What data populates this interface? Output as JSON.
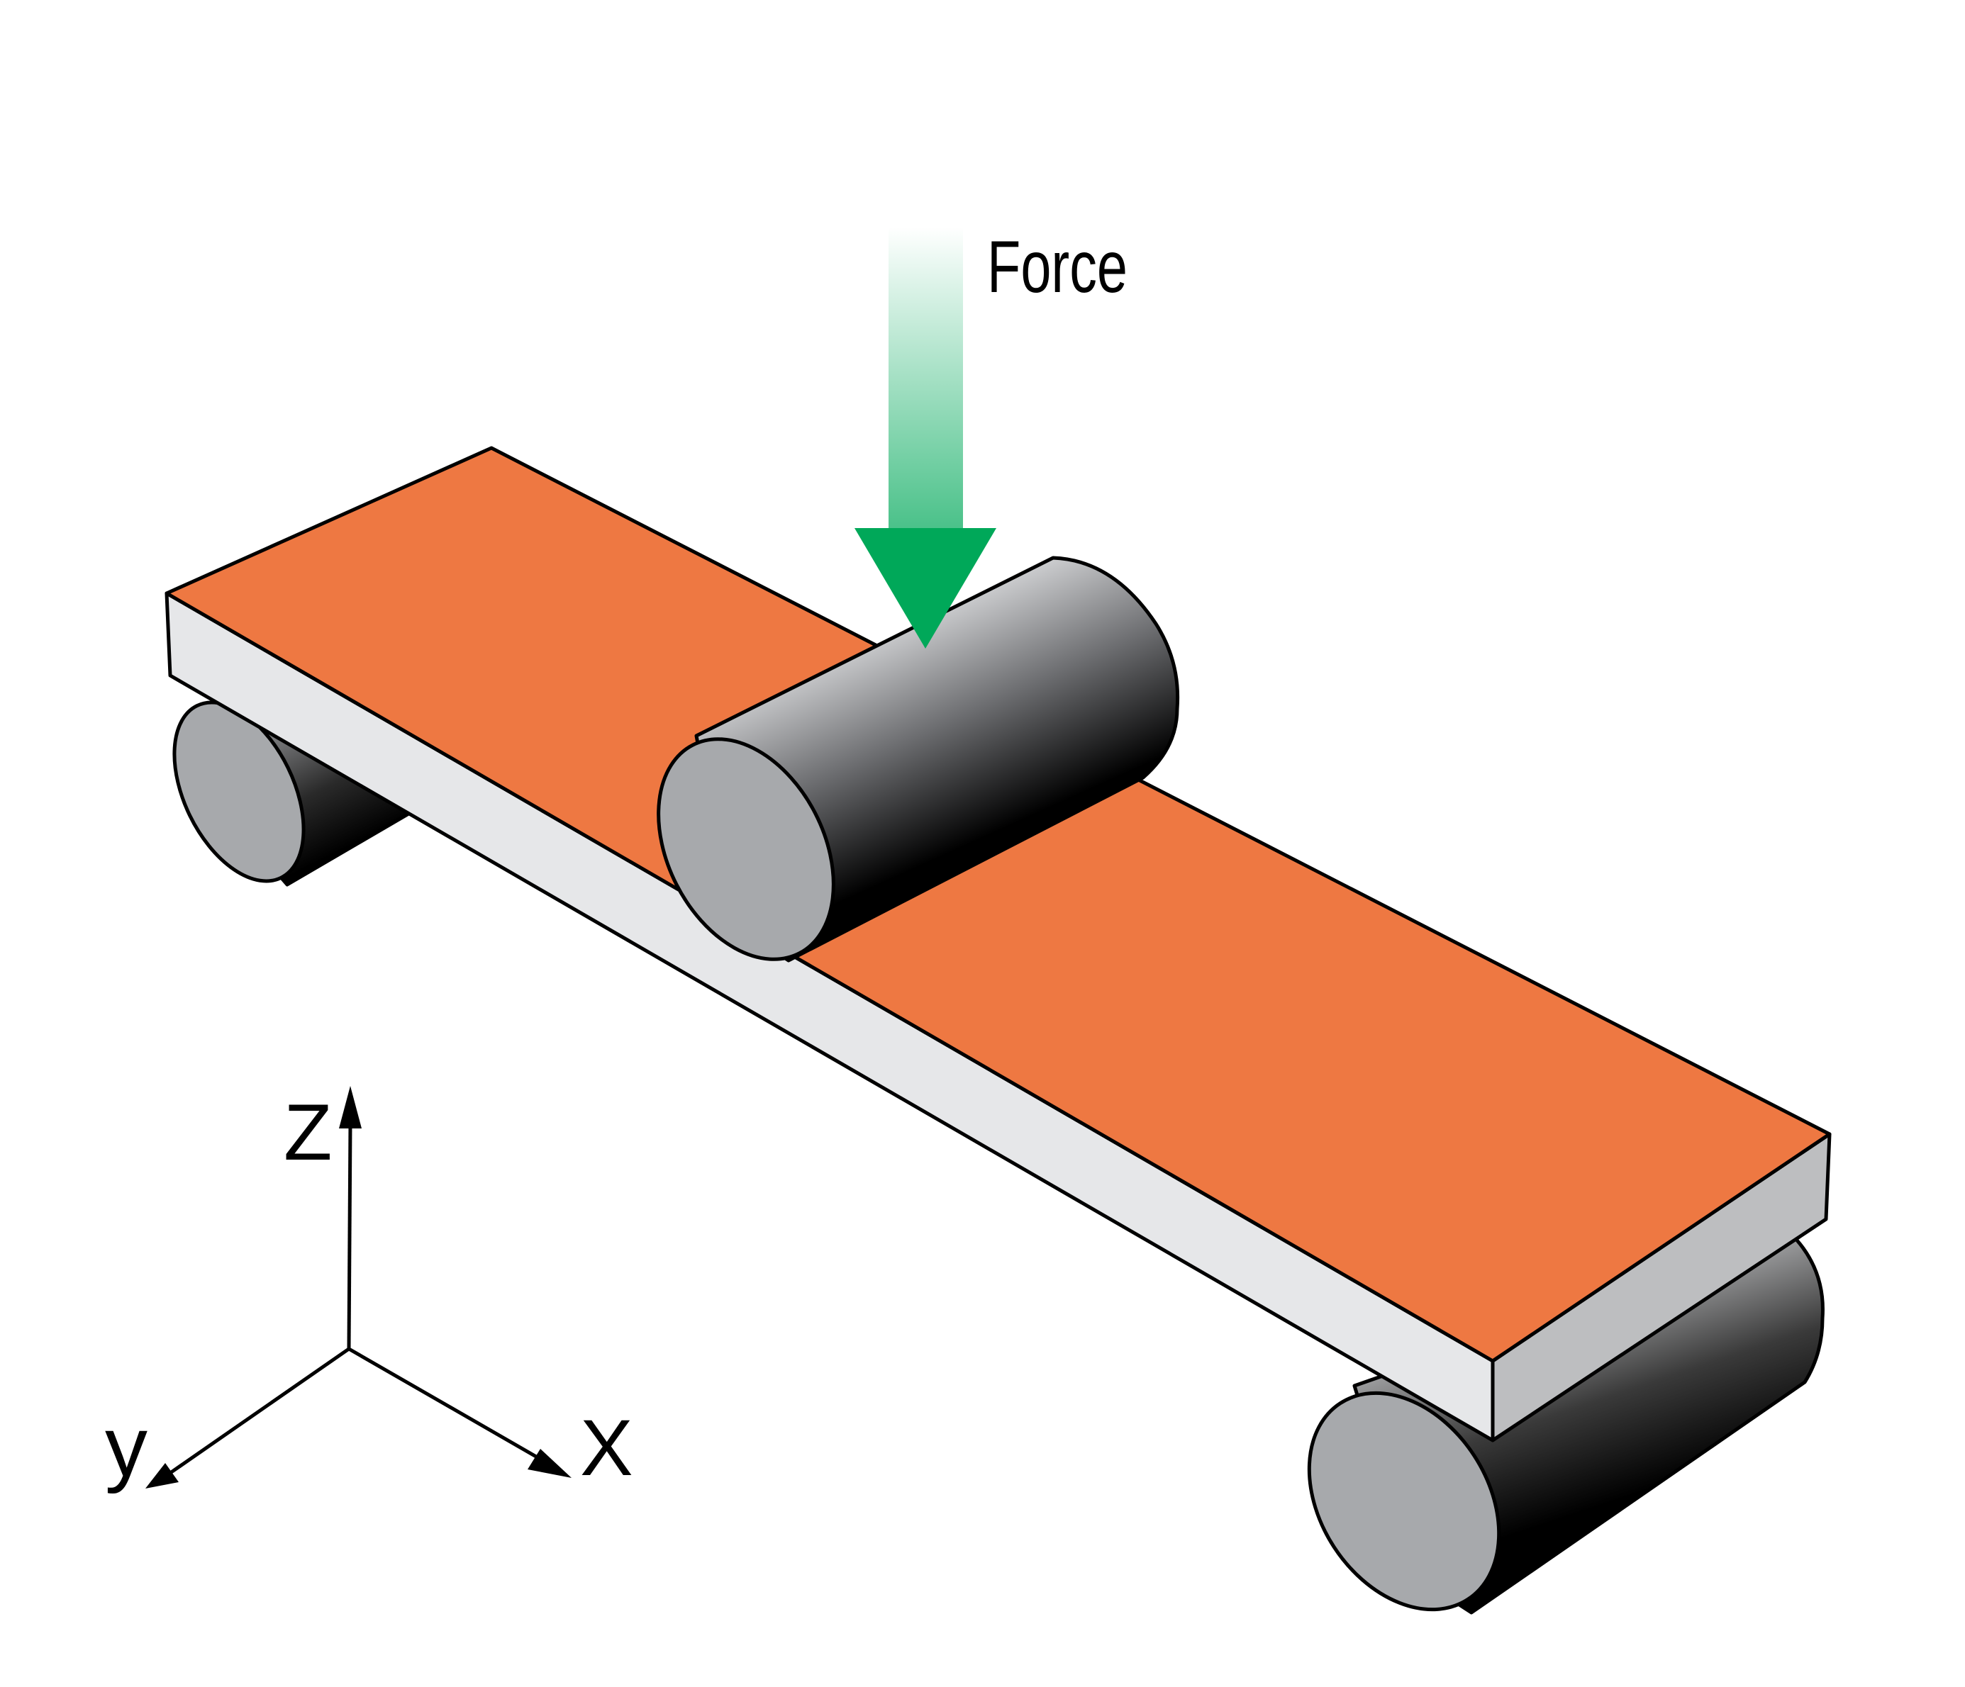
{
  "labels": {
    "force": "Force",
    "axis_z": "Z",
    "axis_y": "y",
    "axis_x": "X"
  },
  "colors": {
    "specimen_top": "#EE7842",
    "specimen_side": "#E6E7E9",
    "specimen_end": "#BDBEC0",
    "roller_face": "#A7A9AC",
    "roller_body_light": "#D9DADC",
    "roller_body_dark": "#000000",
    "force_arrow": "#00A859",
    "outline": "#000000"
  },
  "icons": {
    "force_arrow": "down-arrow-icon",
    "axes": "xyz-axes-icon"
  }
}
